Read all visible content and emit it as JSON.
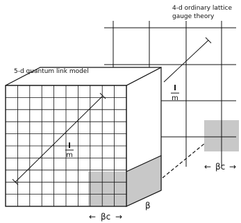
{
  "labels": {
    "lattice_4d_line1": "4-d ordinary lattice",
    "lattice_4d_line2": "gauge theory",
    "quantum_link_5d": "5-d quantum link model",
    "ratio_numerator": "l",
    "ratio_denominator": "m",
    "beta": "β",
    "beta_c": "βc",
    "arrow_left": "←",
    "arrow_right": "→"
  },
  "colors": {
    "line": "#111111",
    "shade": "#c8c8c8",
    "background": "#ffffff"
  }
}
